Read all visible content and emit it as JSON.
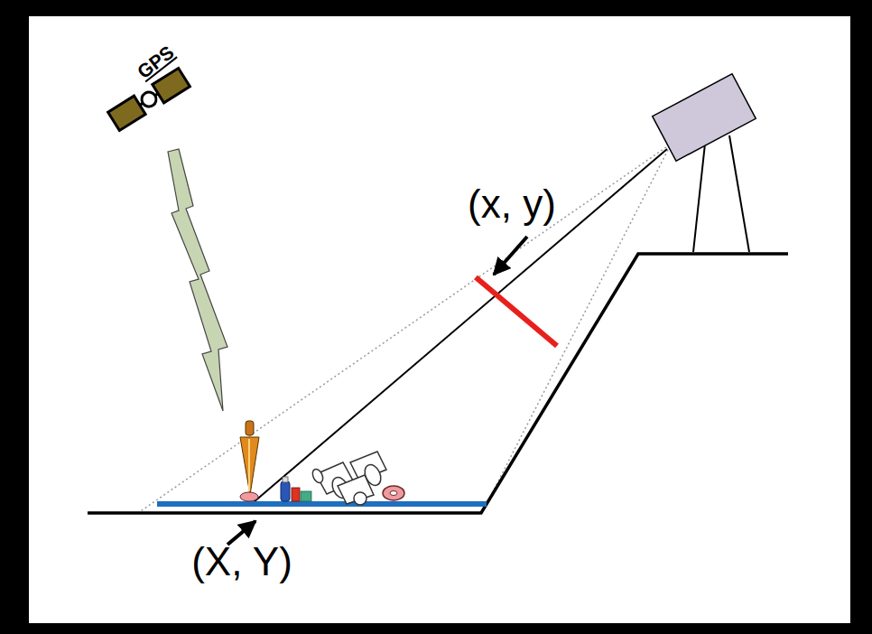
{
  "diagram": {
    "labels": [
      "GPS",
      "(x, y)",
      "(X, Y)"
    ]
  }
}
